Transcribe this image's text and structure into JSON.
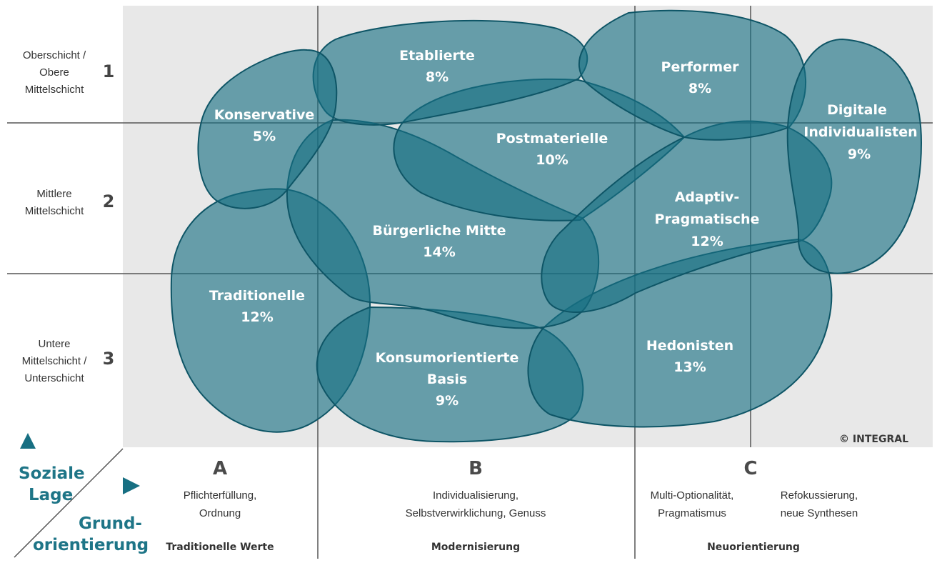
{
  "milieus": [
    {
      "id": "konservative",
      "name": "Konservative",
      "share": "5%"
    },
    {
      "id": "etablierte",
      "name": "Etablierte",
      "share": "8%"
    },
    {
      "id": "performer",
      "name": "Performer",
      "share": "8%"
    },
    {
      "id": "digitale",
      "name_lines": [
        "Digitale",
        "Individualisten"
      ],
      "share": "9%"
    },
    {
      "id": "postmaterielle",
      "name": "Postmaterielle",
      "share": "10%"
    },
    {
      "id": "buergerliche",
      "name": "Bürgerliche Mitte",
      "share": "14%"
    },
    {
      "id": "adaptiv",
      "name_lines": [
        "Adaptiv-",
        "Pragmatische"
      ],
      "share": "12%"
    },
    {
      "id": "traditionelle",
      "name": "Traditionelle",
      "share": "12%"
    },
    {
      "id": "konsum",
      "name_lines": [
        "Konsumorientierte",
        "Basis"
      ],
      "share": "9%"
    },
    {
      "id": "hedonisten",
      "name": "Hedonisten",
      "share": "13%"
    }
  ],
  "rows": [
    {
      "number": "1",
      "label_lines": [
        "Oberschicht /",
        "Obere",
        "Mittelschicht"
      ]
    },
    {
      "number": "2",
      "label_lines": [
        "Mittlere",
        "Mittelschicht"
      ]
    },
    {
      "number": "3",
      "label_lines": [
        "Untere",
        "Mittelschicht /",
        "Unterschicht"
      ]
    }
  ],
  "columns": [
    {
      "letter": "A",
      "desc_lines": [
        "Pflichterfüllung,",
        "Ordnung"
      ],
      "bottom": "Traditionelle Werte"
    },
    {
      "letter": "B",
      "desc_lines": [
        "Individualisierung,",
        "Selbstverwirklichung, Genuss"
      ],
      "bottom": "Modernisierung"
    },
    {
      "letter": "C",
      "desc_c1_lines": [
        "Multi-Optionalität,",
        "Pragmatismus"
      ],
      "desc_c2_lines": [
        "Refokussierung,",
        "neue Synthesen"
      ],
      "bottom": "Neuorientierung"
    }
  ],
  "axis": {
    "vertical_title_lines": [
      "Soziale",
      "Lage"
    ],
    "horizontal_title_lines": [
      "Grund-",
      "orientierung"
    ]
  },
  "copyright": "© INTEGRAL",
  "colors": {
    "blob": "#176f82",
    "accent": "#1e7587",
    "panel": "#e8e8e8"
  }
}
